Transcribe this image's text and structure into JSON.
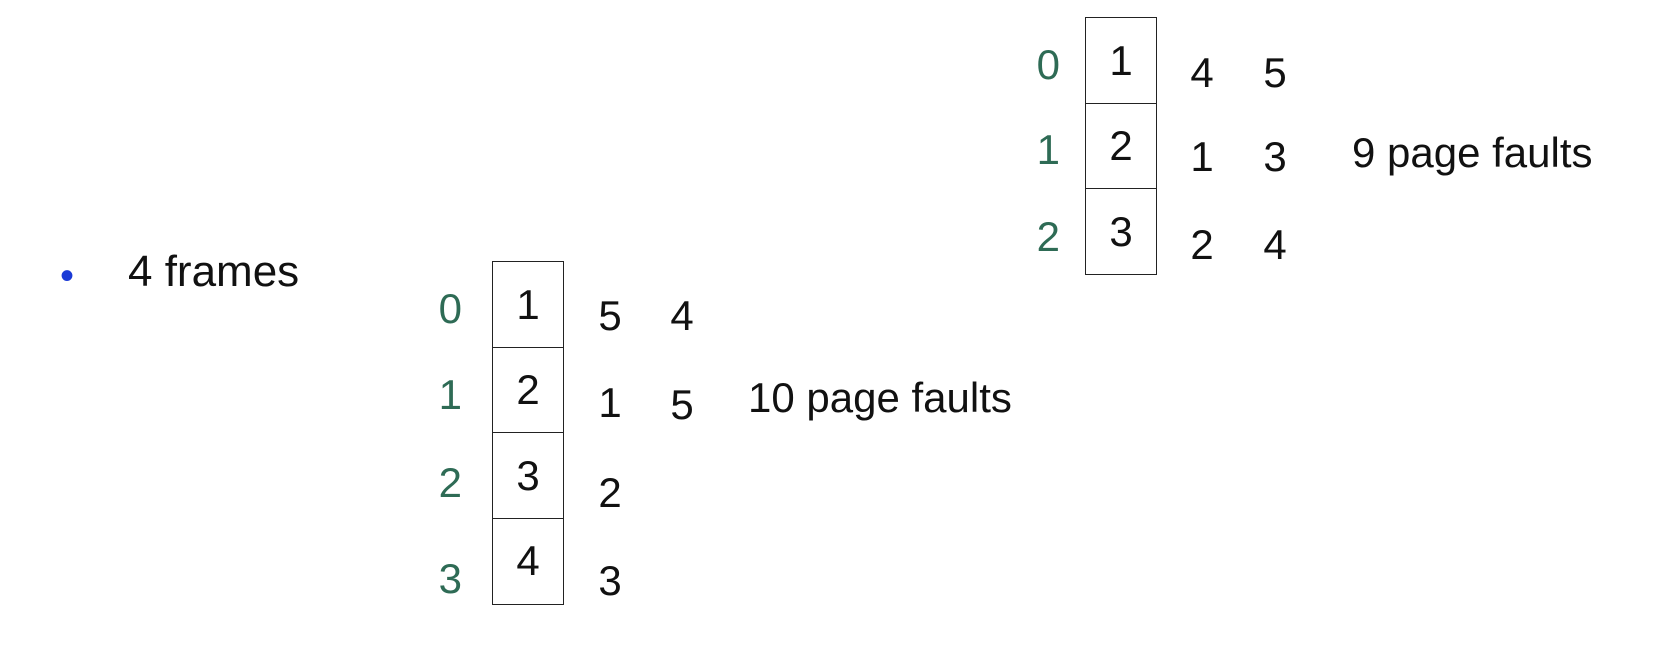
{
  "colors": {
    "bullet": "#1a3ad6",
    "frame_index": "#2e6b55",
    "text": "#111111",
    "border": "#222222"
  },
  "bullet": {
    "label": "4 frames"
  },
  "three_frame_example": {
    "frame_indices": [
      "0",
      "1",
      "2"
    ],
    "initial_pages": [
      "1",
      "2",
      "3"
    ],
    "replacements_col1": [
      "4",
      "1",
      "2"
    ],
    "replacements_col2": [
      "5",
      "3",
      "4"
    ],
    "faults_label": "9 page faults"
  },
  "four_frame_example": {
    "frame_indices": [
      "0",
      "1",
      "2",
      "3"
    ],
    "initial_pages": [
      "1",
      "2",
      "3",
      "4"
    ],
    "replacements_col1": [
      "5",
      "1",
      "2",
      "3"
    ],
    "replacements_col2": [
      "4",
      "5"
    ],
    "faults_label": "10 page faults"
  }
}
